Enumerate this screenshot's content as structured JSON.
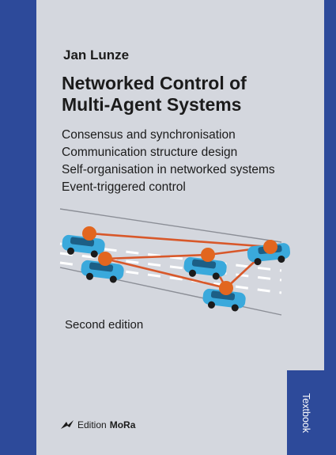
{
  "cover": {
    "author": "Jan Lunze",
    "title_line1": "Networked Control of",
    "title_line2": "Multi-Agent Systems",
    "topics": [
      "Consensus and synchronisation",
      "Communication structure design",
      "Self-organisation in networked systems",
      "Event-triggered control"
    ],
    "edition": "Second edition",
    "publisher_prefix": "Edition",
    "publisher_brand": "MoRa",
    "series_tab": "Textbook",
    "colors": {
      "band": "#2d4a9a",
      "panel": "#d4d7de",
      "car": "#3aa9dc",
      "node": "#e2661f",
      "link": "#d8582a"
    }
  }
}
